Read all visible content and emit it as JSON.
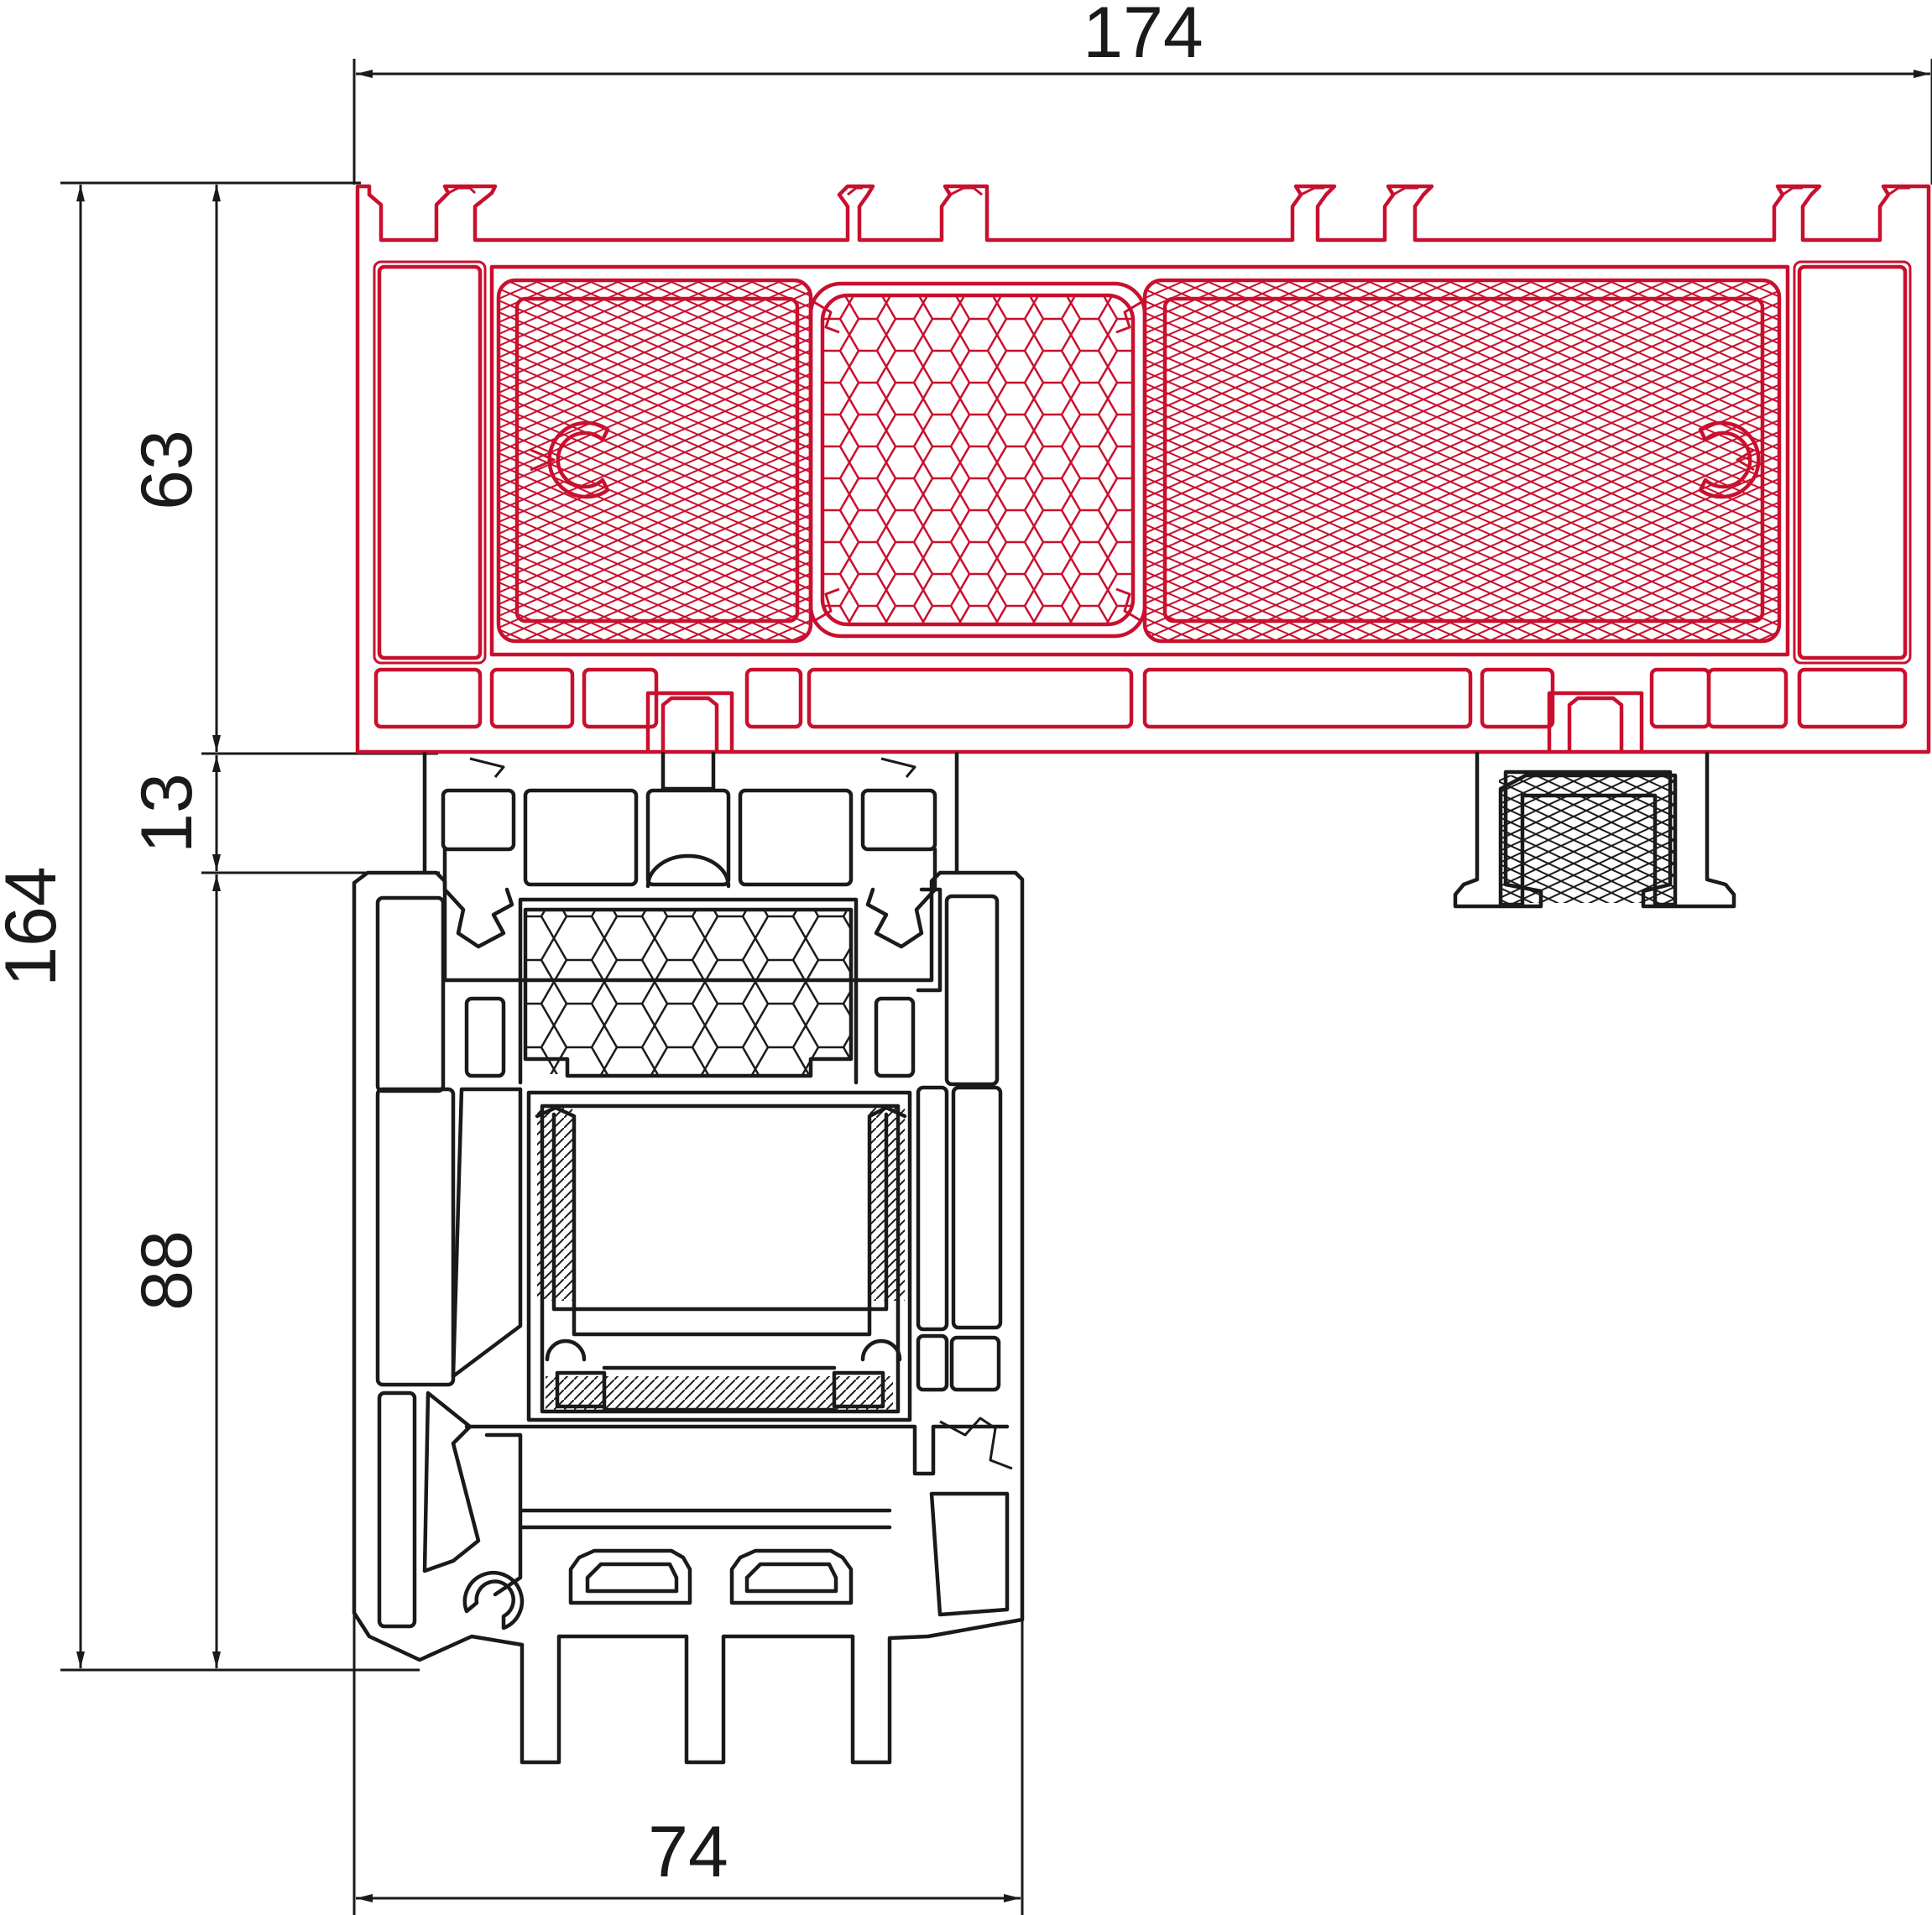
{
  "drawing": {
    "colors": {
      "line": "#1a1a1a",
      "accent_profile": "#c8102e",
      "background": "#ffffff"
    },
    "dimensions": {
      "overall_width": "174",
      "overall_height": "164",
      "top_profile_height": "63",
      "gap_height": "13",
      "sash_height": "88",
      "sash_width": "74"
    }
  }
}
